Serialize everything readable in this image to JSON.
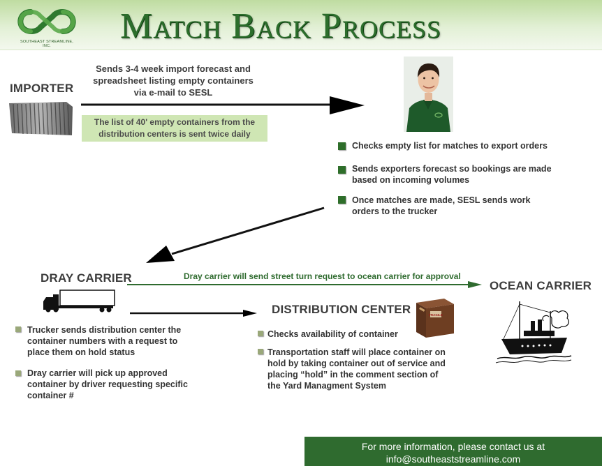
{
  "header": {
    "title": "Match Back Process",
    "logo_text": "SOUTHEAST STREAMLINE, INC."
  },
  "importer": {
    "label": "IMPORTER",
    "send_text": "Sends 3-4 week import forecast and spreadsheet listing empty containers via e-mail to SESL",
    "note": "The list of 40' empty containers from the distribution centers is sent twice daily"
  },
  "sesl": {
    "bullets": [
      "Checks empty list for matches to export orders",
      "Sends exporters forecast so bookings are made based on incoming volumes",
      "Once matches are made, SESL sends work orders to the trucker"
    ]
  },
  "dray": {
    "label": "DRAY CARRIER",
    "street_turn": "Dray carrier will send street turn request to ocean carrier for approval",
    "bullets": [
      "Trucker sends distribution center the container numbers with a request to place them on hold status",
      "Dray carrier will pick up approved container by driver requesting specific container #"
    ]
  },
  "distribution": {
    "label": "DISTRIBUTION CENTER",
    "bullets": [
      "Checks availability of container",
      "Transportation staff will place container on hold by taking container out of service and placing “hold” in the comment section of the Yard Managment System"
    ],
    "box_label": "FRAGILE"
  },
  "ocean": {
    "label": "OCEAN CARRIER"
  },
  "footer": {
    "line1": "For more information, please contact us at",
    "line2": "info@southeaststreamline.com"
  },
  "colors": {
    "brand_green": "#2f6b2f",
    "note_bg": "#cfe6b4",
    "header_gradient": "#bfdca1"
  }
}
